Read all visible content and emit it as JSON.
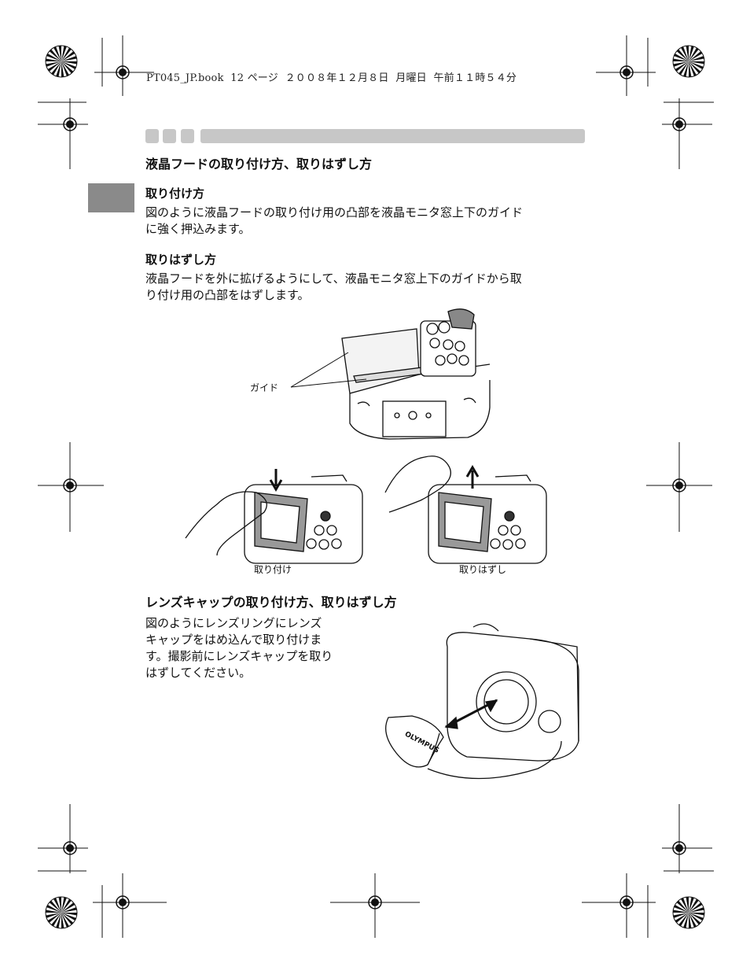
{
  "print_header": "PT045_JP.book  12 ページ  ２００８年１２月８日  月曜日  午前１１時５４分",
  "section1": {
    "title": "液晶フードの取り付け方、取りはずし方",
    "attach": {
      "title": "取り付け方",
      "text_lines": [
        "図のように液晶フードの取り付け用の凸部を液晶モニタ窓上下のガイド",
        "に強く押込みます。"
      ]
    },
    "detach": {
      "title": "取りはずし方",
      "text_lines": [
        "液晶フードを外に拡げるようにして、液晶モニタ窓上下のガイドから取",
        "り付け用の凸部をはずします。"
      ]
    },
    "figure_labels": {
      "guide": "ガイド",
      "attach": "取り付け",
      "detach": "取りはずし"
    }
  },
  "section2": {
    "title": "レンズキャップの取り付け方、取りはずし方",
    "text_lines": [
      "図のようにレンズリングにレンズ",
      "キャップをはめ込んで取り付けま",
      "す。撮影前にレンズキャップを取り",
      "はずしてください。"
    ],
    "cap_logo": "OLYMPUS"
  }
}
